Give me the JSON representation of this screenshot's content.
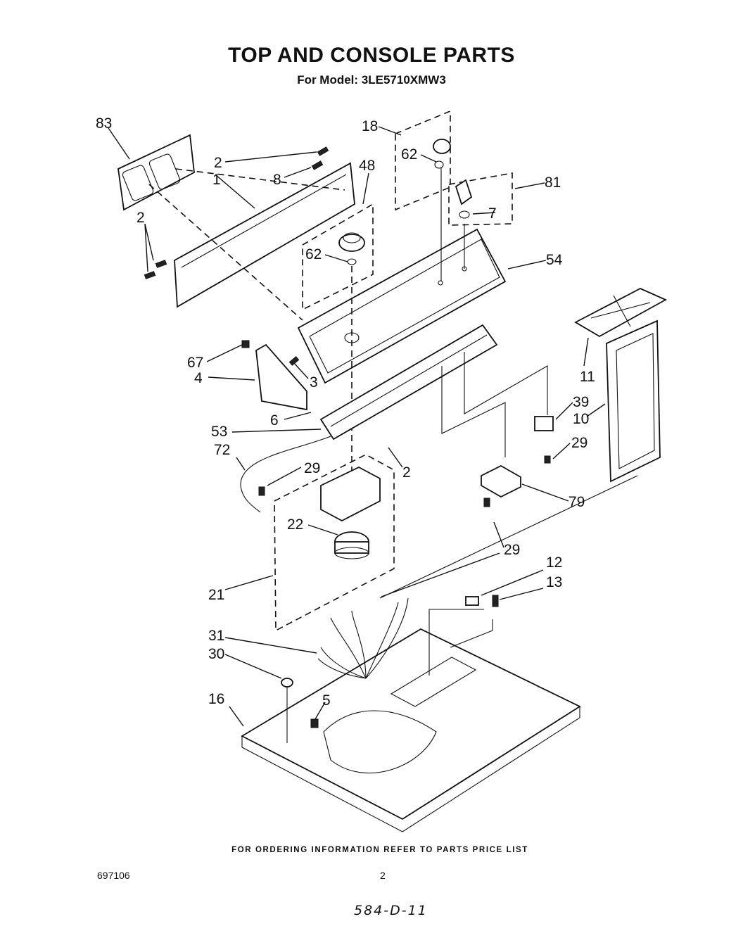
{
  "header": {
    "title": "TOP AND CONSOLE PARTS",
    "model_line": "For Model: 3LE5710XMW3"
  },
  "callouts": {
    "c83": "83",
    "c2a": "2",
    "c8": "8",
    "c1": "1",
    "c48": "48",
    "c18": "18",
    "c62a": "62",
    "c81": "81",
    "c7": "7",
    "c2b": "2",
    "c62b": "62",
    "c54": "54",
    "c11": "11",
    "c67": "67",
    "c4": "4",
    "c3": "3",
    "c6": "6",
    "c39": "39",
    "c10": "10",
    "c53": "53",
    "c29a": "29",
    "c72": "72",
    "c29b": "29",
    "c2c": "2",
    "c79": "79",
    "c22": "22",
    "c29c": "29",
    "c12": "12",
    "c13": "13",
    "c21": "21",
    "c31": "31",
    "c30": "30",
    "c16": "16",
    "c5": "5"
  },
  "footer": {
    "ordering_note": "FOR ORDERING INFORMATION REFER TO PARTS PRICE LIST",
    "doc_number": "697106",
    "page_number": "2",
    "handwritten_ref": "584-D-11"
  }
}
